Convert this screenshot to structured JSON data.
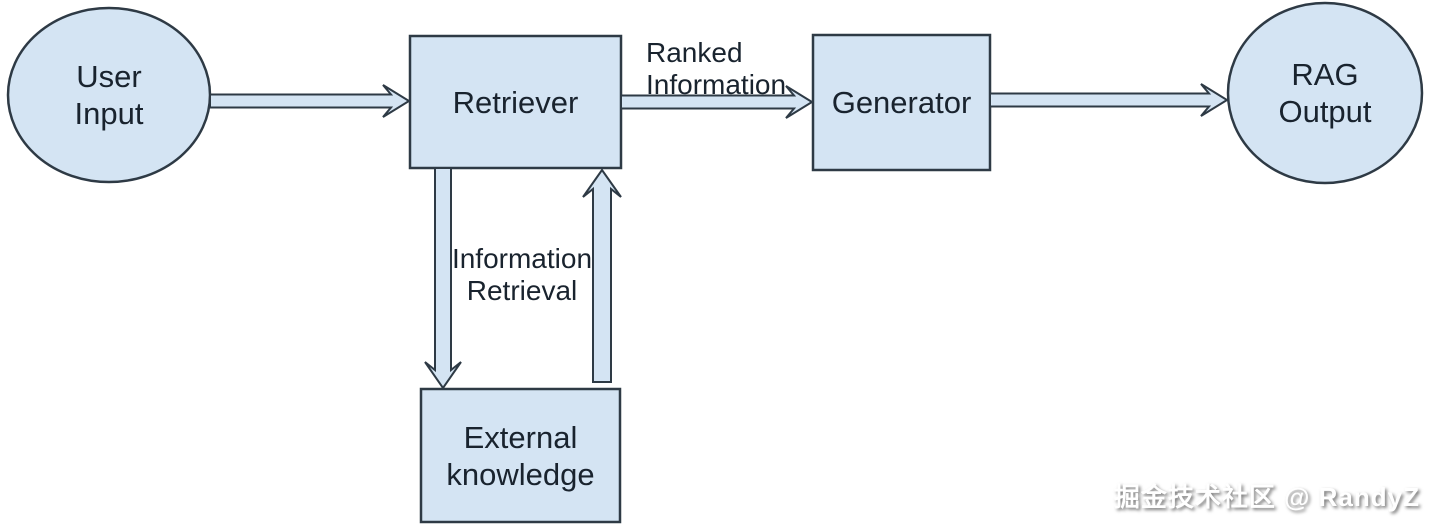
{
  "diagram": {
    "nodes": {
      "user_input": {
        "label": "User\nInput",
        "shape": "ellipse"
      },
      "retriever": {
        "label": "Retriever",
        "shape": "rect"
      },
      "generator": {
        "label": "Generator",
        "shape": "rect"
      },
      "rag_output": {
        "label": "RAG\nOutput",
        "shape": "ellipse"
      },
      "external_knowledge": {
        "label": "External\nknowledge",
        "shape": "rect"
      }
    },
    "edge_labels": {
      "ranked_information": "Ranked\nInformation",
      "information_retrieval": "Information\nRetrieval"
    },
    "colors": {
      "shape_fill": "#d4e4f3",
      "shape_stroke": "#2e3a45",
      "label_text": "#19232e"
    }
  },
  "watermark": {
    "text": "掘金技术社区 @ RandyZ",
    "color": "#ffffff"
  }
}
